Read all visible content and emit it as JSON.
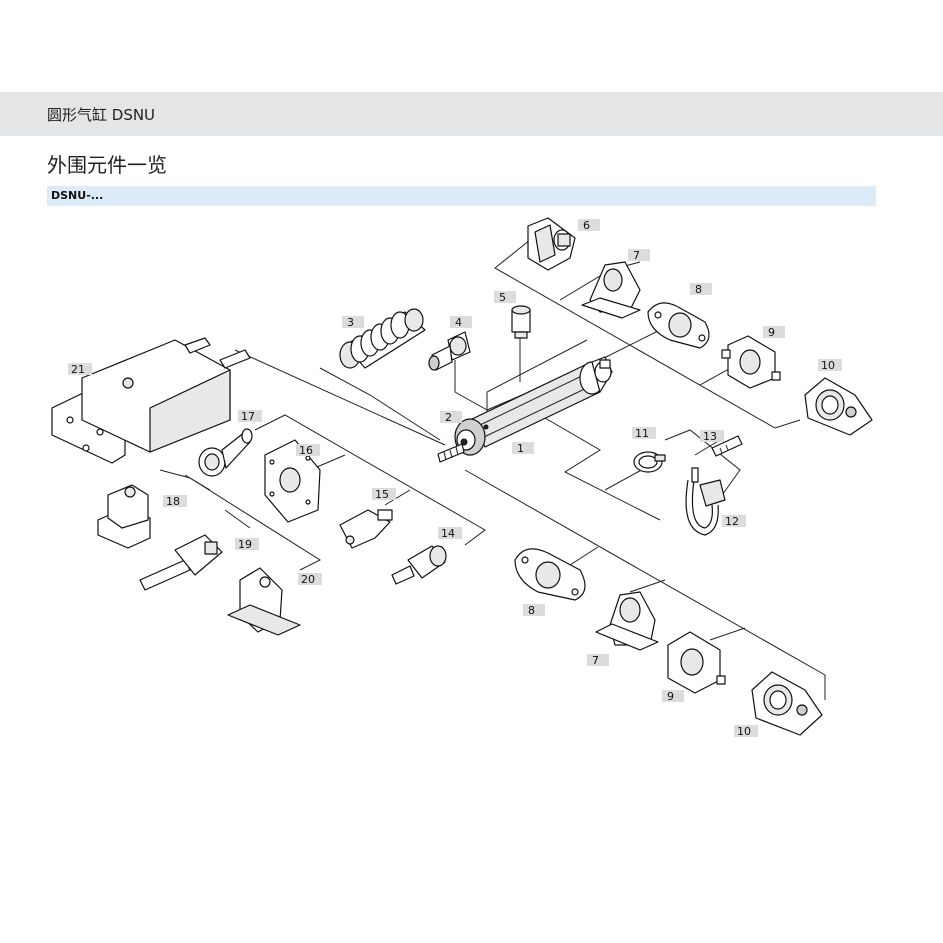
{
  "header": {
    "title": "圆形气缸 DSNU"
  },
  "section": {
    "title": "外围元件一览"
  },
  "product": {
    "label": "DSNU-..."
  },
  "callouts": [
    {
      "id": "c1",
      "label": "1"
    },
    {
      "id": "c2",
      "label": "2"
    },
    {
      "id": "c3",
      "label": "3"
    },
    {
      "id": "c4",
      "label": "4"
    },
    {
      "id": "c5",
      "label": "5"
    },
    {
      "id": "c6",
      "label": "6"
    },
    {
      "id": "c7a",
      "label": "7"
    },
    {
      "id": "c7b",
      "label": "7"
    },
    {
      "id": "c8a",
      "label": "8"
    },
    {
      "id": "c8b",
      "label": "8"
    },
    {
      "id": "c9a",
      "label": "9"
    },
    {
      "id": "c9b",
      "label": "9"
    },
    {
      "id": "c10a",
      "label": "10"
    },
    {
      "id": "c10b",
      "label": "10"
    },
    {
      "id": "c11",
      "label": "11"
    },
    {
      "id": "c12",
      "label": "12"
    },
    {
      "id": "c13",
      "label": "13"
    },
    {
      "id": "c14",
      "label": "14"
    },
    {
      "id": "c15",
      "label": "15"
    },
    {
      "id": "c16",
      "label": "16"
    },
    {
      "id": "c17",
      "label": "17"
    },
    {
      "id": "c18",
      "label": "18"
    },
    {
      "id": "c19",
      "label": "19"
    },
    {
      "id": "c20",
      "label": "20"
    },
    {
      "id": "c21",
      "label": "21"
    }
  ]
}
